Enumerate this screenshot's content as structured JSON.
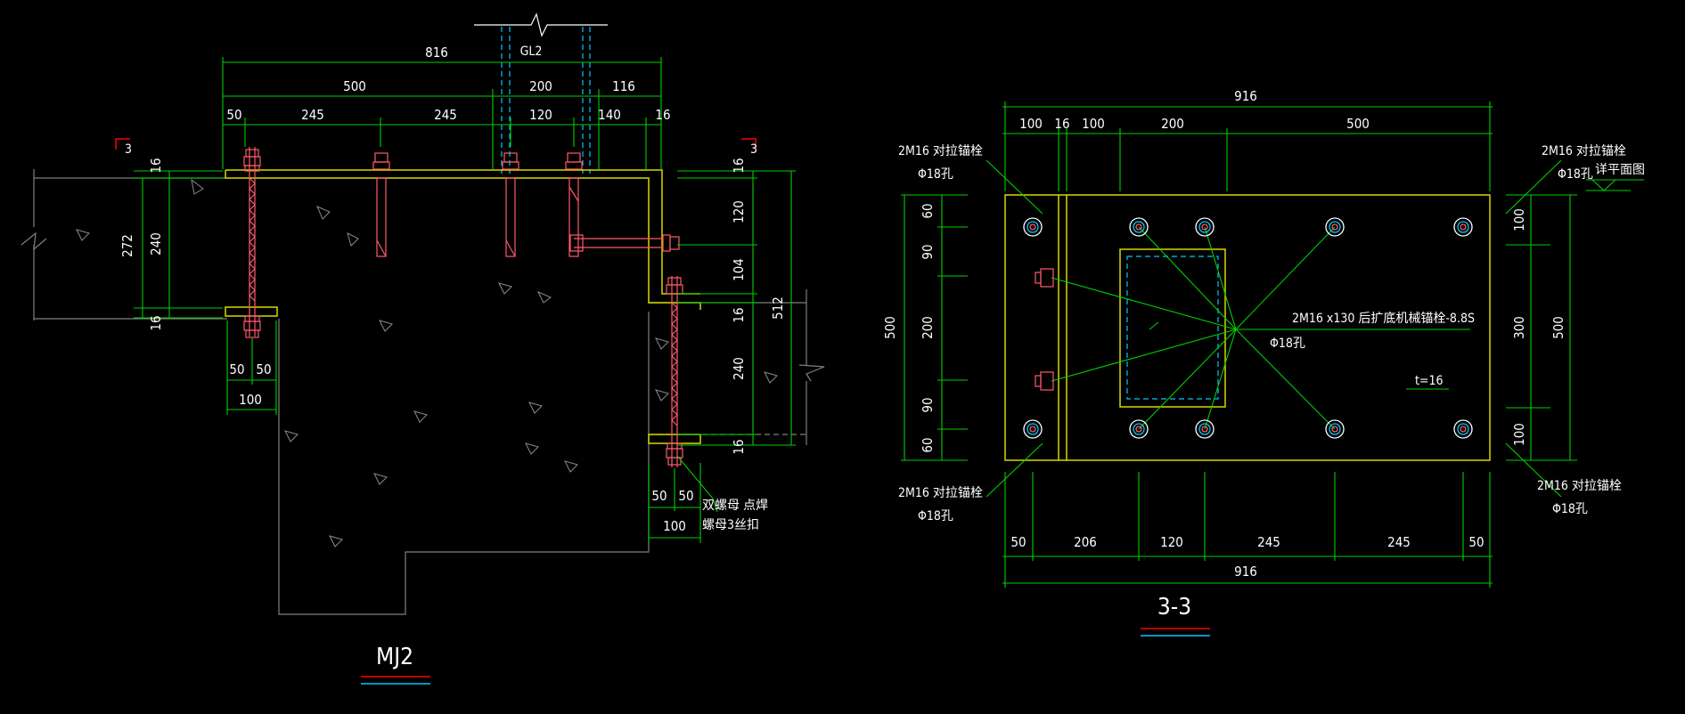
{
  "colors": {
    "background": "#000000",
    "dimension": "#00d000",
    "steel": "#d8d800",
    "bolt": "#ff5a6a",
    "hidden": "#00c8ff",
    "concrete": "#808080",
    "text": "#ffffff",
    "section_mark": "#c00000"
  },
  "left": {
    "title": "MJ2",
    "beam_label": "GL2",
    "section_marks": [
      "3",
      "3"
    ],
    "top_dims": {
      "overall": "816",
      "row2": [
        "500",
        "200",
        "116"
      ],
      "row3": [
        "50",
        "245",
        "245",
        "120",
        "140",
        "16"
      ]
    },
    "left_dims": [
      "16",
      "272",
      "240",
      "16"
    ],
    "right_dims": [
      "16",
      "120",
      "104",
      "16",
      "240",
      "16",
      "512"
    ],
    "bottom_left_dims": [
      "50",
      "50",
      "100"
    ],
    "bottom_right_dims": [
      "50",
      "50",
      "100"
    ],
    "note_line1": "双螺母  点焊",
    "note_line2": "螺母3丝扣"
  },
  "right": {
    "title": "3-3",
    "top_overall": "916",
    "top_segments": [
      "100",
      "16",
      "100",
      "200",
      "500"
    ],
    "left_dims": [
      "60",
      "90",
      "200",
      "90",
      "60"
    ],
    "left_overall": "500",
    "right_dims": [
      "100",
      "300",
      "100"
    ],
    "right_overall": "500",
    "bottom_segments": [
      "50",
      "206",
      "120",
      "245",
      "245",
      "50"
    ],
    "bottom_overall": "916",
    "callout_tl_1": "2M16 对拉锚栓",
    "callout_tl_2": "Φ18孔",
    "callout_bl_1": "2M16 对拉锚栓",
    "callout_bl_2": "Φ18孔",
    "callout_tr_1": "2M16 对拉锚栓",
    "callout_tr_2": "Φ18孔",
    "callout_br_1": "2M16 对拉锚栓",
    "callout_br_2": "Φ18孔",
    "callout_center_1": "2M16 x130 后扩底机械锚栓-8.8S",
    "callout_center_2": "Φ18孔",
    "elevation_label": "详平面图",
    "thickness": "t=16"
  }
}
